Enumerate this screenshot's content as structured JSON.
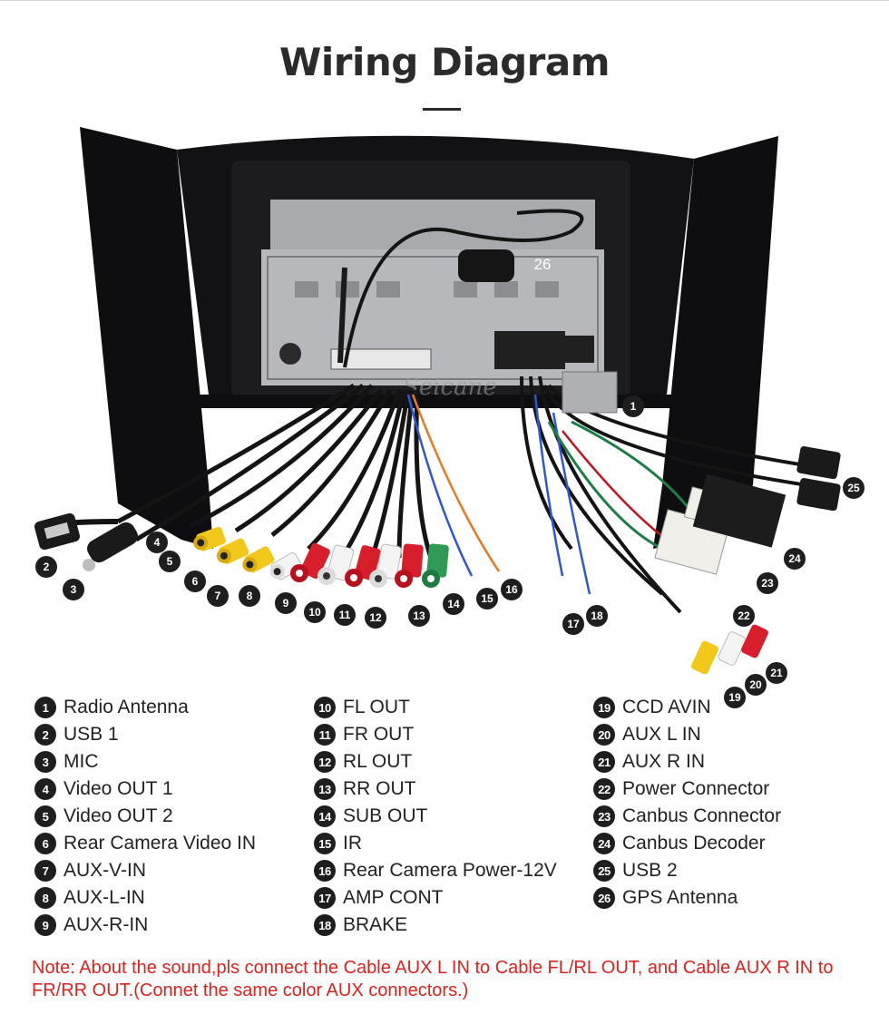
{
  "title": "Wiring Diagram",
  "photo_labels": {
    "n1": "1",
    "n2": "2",
    "n3": "3",
    "n4": "4",
    "n5": "5",
    "n6": "6",
    "n7": "7",
    "n8": "8",
    "n9": "9",
    "n10": "10",
    "n11": "11",
    "n12": "12",
    "n13": "13",
    "n14": "14",
    "n15": "15",
    "n16": "16",
    "n17": "17",
    "n18": "18",
    "n19": "19",
    "n20": "20",
    "n21": "21",
    "n22": "22",
    "n23": "23",
    "n24": "24",
    "n25": "25",
    "n26": "26"
  },
  "watermark": "Seicane",
  "legend": {
    "col1": [
      {
        "num": "1",
        "label": "Radio Antenna"
      },
      {
        "num": "2",
        "label": "USB 1"
      },
      {
        "num": "3",
        "label": "MIC"
      },
      {
        "num": "4",
        "label": "Video OUT 1"
      },
      {
        "num": "5",
        "label": "Video OUT 2"
      },
      {
        "num": "6",
        "label": "Rear Camera Video IN"
      },
      {
        "num": "7",
        "label": "AUX-V-IN"
      },
      {
        "num": "8",
        "label": "AUX-L-IN"
      },
      {
        "num": "9",
        "label": "AUX-R-IN"
      }
    ],
    "col2": [
      {
        "num": "10",
        "label": "FL OUT"
      },
      {
        "num": "11",
        "label": "FR OUT"
      },
      {
        "num": "12",
        "label": "RL OUT"
      },
      {
        "num": "13",
        "label": "RR OUT"
      },
      {
        "num": "14",
        "label": "SUB OUT"
      },
      {
        "num": "15",
        "label": "IR"
      },
      {
        "num": "16",
        "label": "Rear Camera Power-12V"
      },
      {
        "num": "17",
        "label": "AMP CONT"
      },
      {
        "num": "18",
        "label": "BRAKE"
      }
    ],
    "col3": [
      {
        "num": "19",
        "label": "CCD AVIN"
      },
      {
        "num": "20",
        "label": "AUX L IN"
      },
      {
        "num": "21",
        "label": "AUX R IN"
      },
      {
        "num": "22",
        "label": "Power Connector"
      },
      {
        "num": "23",
        "label": "Canbus Connector"
      },
      {
        "num": "24",
        "label": "Canbus Decoder"
      },
      {
        "num": "25",
        "label": "USB 2"
      },
      {
        "num": "26",
        "label": "GPS Antenna"
      }
    ]
  },
  "note": "Note: About the sound,pls connect the Cable AUX L IN to Cable FL/RL OUT, and Cable AUX R IN to  FR/RR OUT.(Connet the same color AUX connectors.)",
  "colors": {
    "note": "#e0201c",
    "badge": "#1e1e1e",
    "rca_yellow": "#f2c81a",
    "rca_red": "#d81e2b",
    "rca_white": "#f4f4f4",
    "rca_green": "#2e9a55"
  }
}
